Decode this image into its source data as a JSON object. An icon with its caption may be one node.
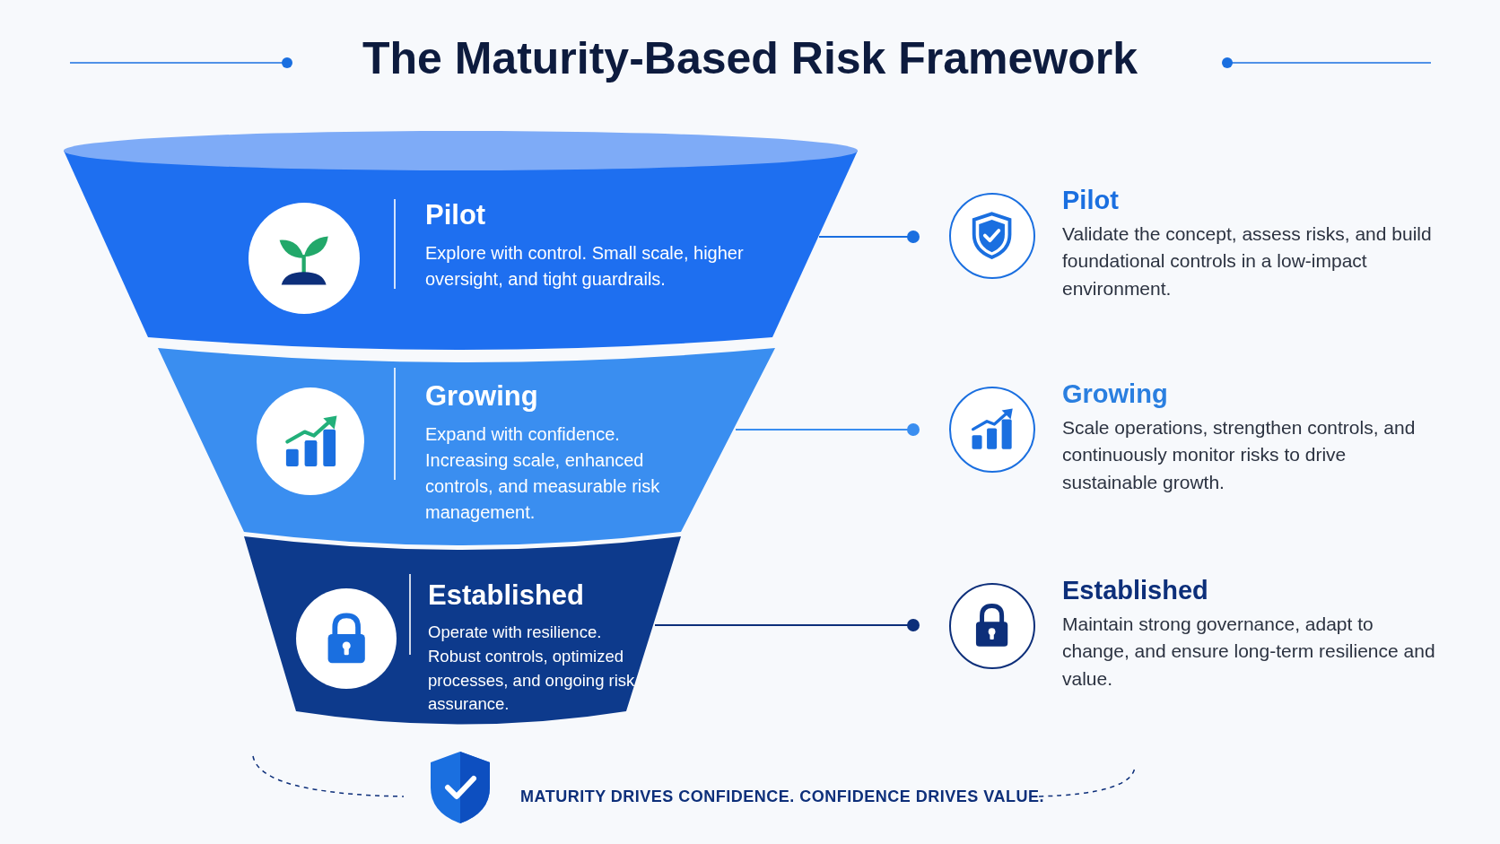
{
  "diagram": {
    "title": "The Maturity-Based Risk Framework",
    "nodes": [
      {
        "text": [
          "Pilot",
          "Explore with control. Small scale, higher oversight, and tight guardrails."
        ]
      },
      {
        "text": [
          "Growing",
          "Expand with confidence. Increasing scale, enhanced controls, and measurable risk management."
        ]
      },
      {
        "text": [
          "Established",
          "Operate with resilience. Robust controls, optimized processes, and ongoing risk assurance."
        ]
      },
      {
        "text": [],
        "shape": "circle",
        "beside": [
          "Pilot",
          "Validate the concept, assess risks, and build foundational controls in a low-impact environment."
        ]
      },
      {
        "text": [],
        "shape": "circle",
        "beside": [
          "Growing",
          "Scale operations, strengthen controls, and continuously monitor risks to drive sustainable growth."
        ]
      },
      {
        "text": [],
        "shape": "circle",
        "beside": [
          "Established",
          "Maintain strong governance, adapt to change, and ensure long-term resilience and value."
        ]
      }
    ],
    "edges": [
      {
        "from": 0,
        "to": 3,
        "arrow": "other",
        "color": "#1a6fe0"
      },
      {
        "from": 1,
        "to": 4,
        "arrow": "other",
        "color": "#3a8ef0"
      },
      {
        "from": 2,
        "to": 5,
        "arrow": "other",
        "color": "#0d2f7a"
      }
    ],
    "labels": [
      "MATURITY DRIVES CONFIDENCE. CONFIDENCE DRIVES VALUE."
    ]
  }
}
